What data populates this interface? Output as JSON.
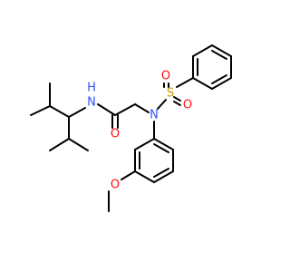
{
  "atoms": {
    "amide_n": {
      "symbol": "N",
      "hydrogen": "H"
    },
    "carbonyl_o": {
      "symbol": "O"
    },
    "sulfonamide_n": {
      "symbol": "N"
    },
    "sulfur": {
      "symbol": "S"
    },
    "sulfonyl_o1": {
      "symbol": "O"
    },
    "sulfonyl_o2": {
      "symbol": "O"
    },
    "methoxy_o": {
      "symbol": "O"
    }
  },
  "colors": {
    "bond": "#000000",
    "nitrogen": "#3050f8",
    "oxygen": "#ff0d0d",
    "sulfur": "#c8a000",
    "background": "#ffffff"
  }
}
